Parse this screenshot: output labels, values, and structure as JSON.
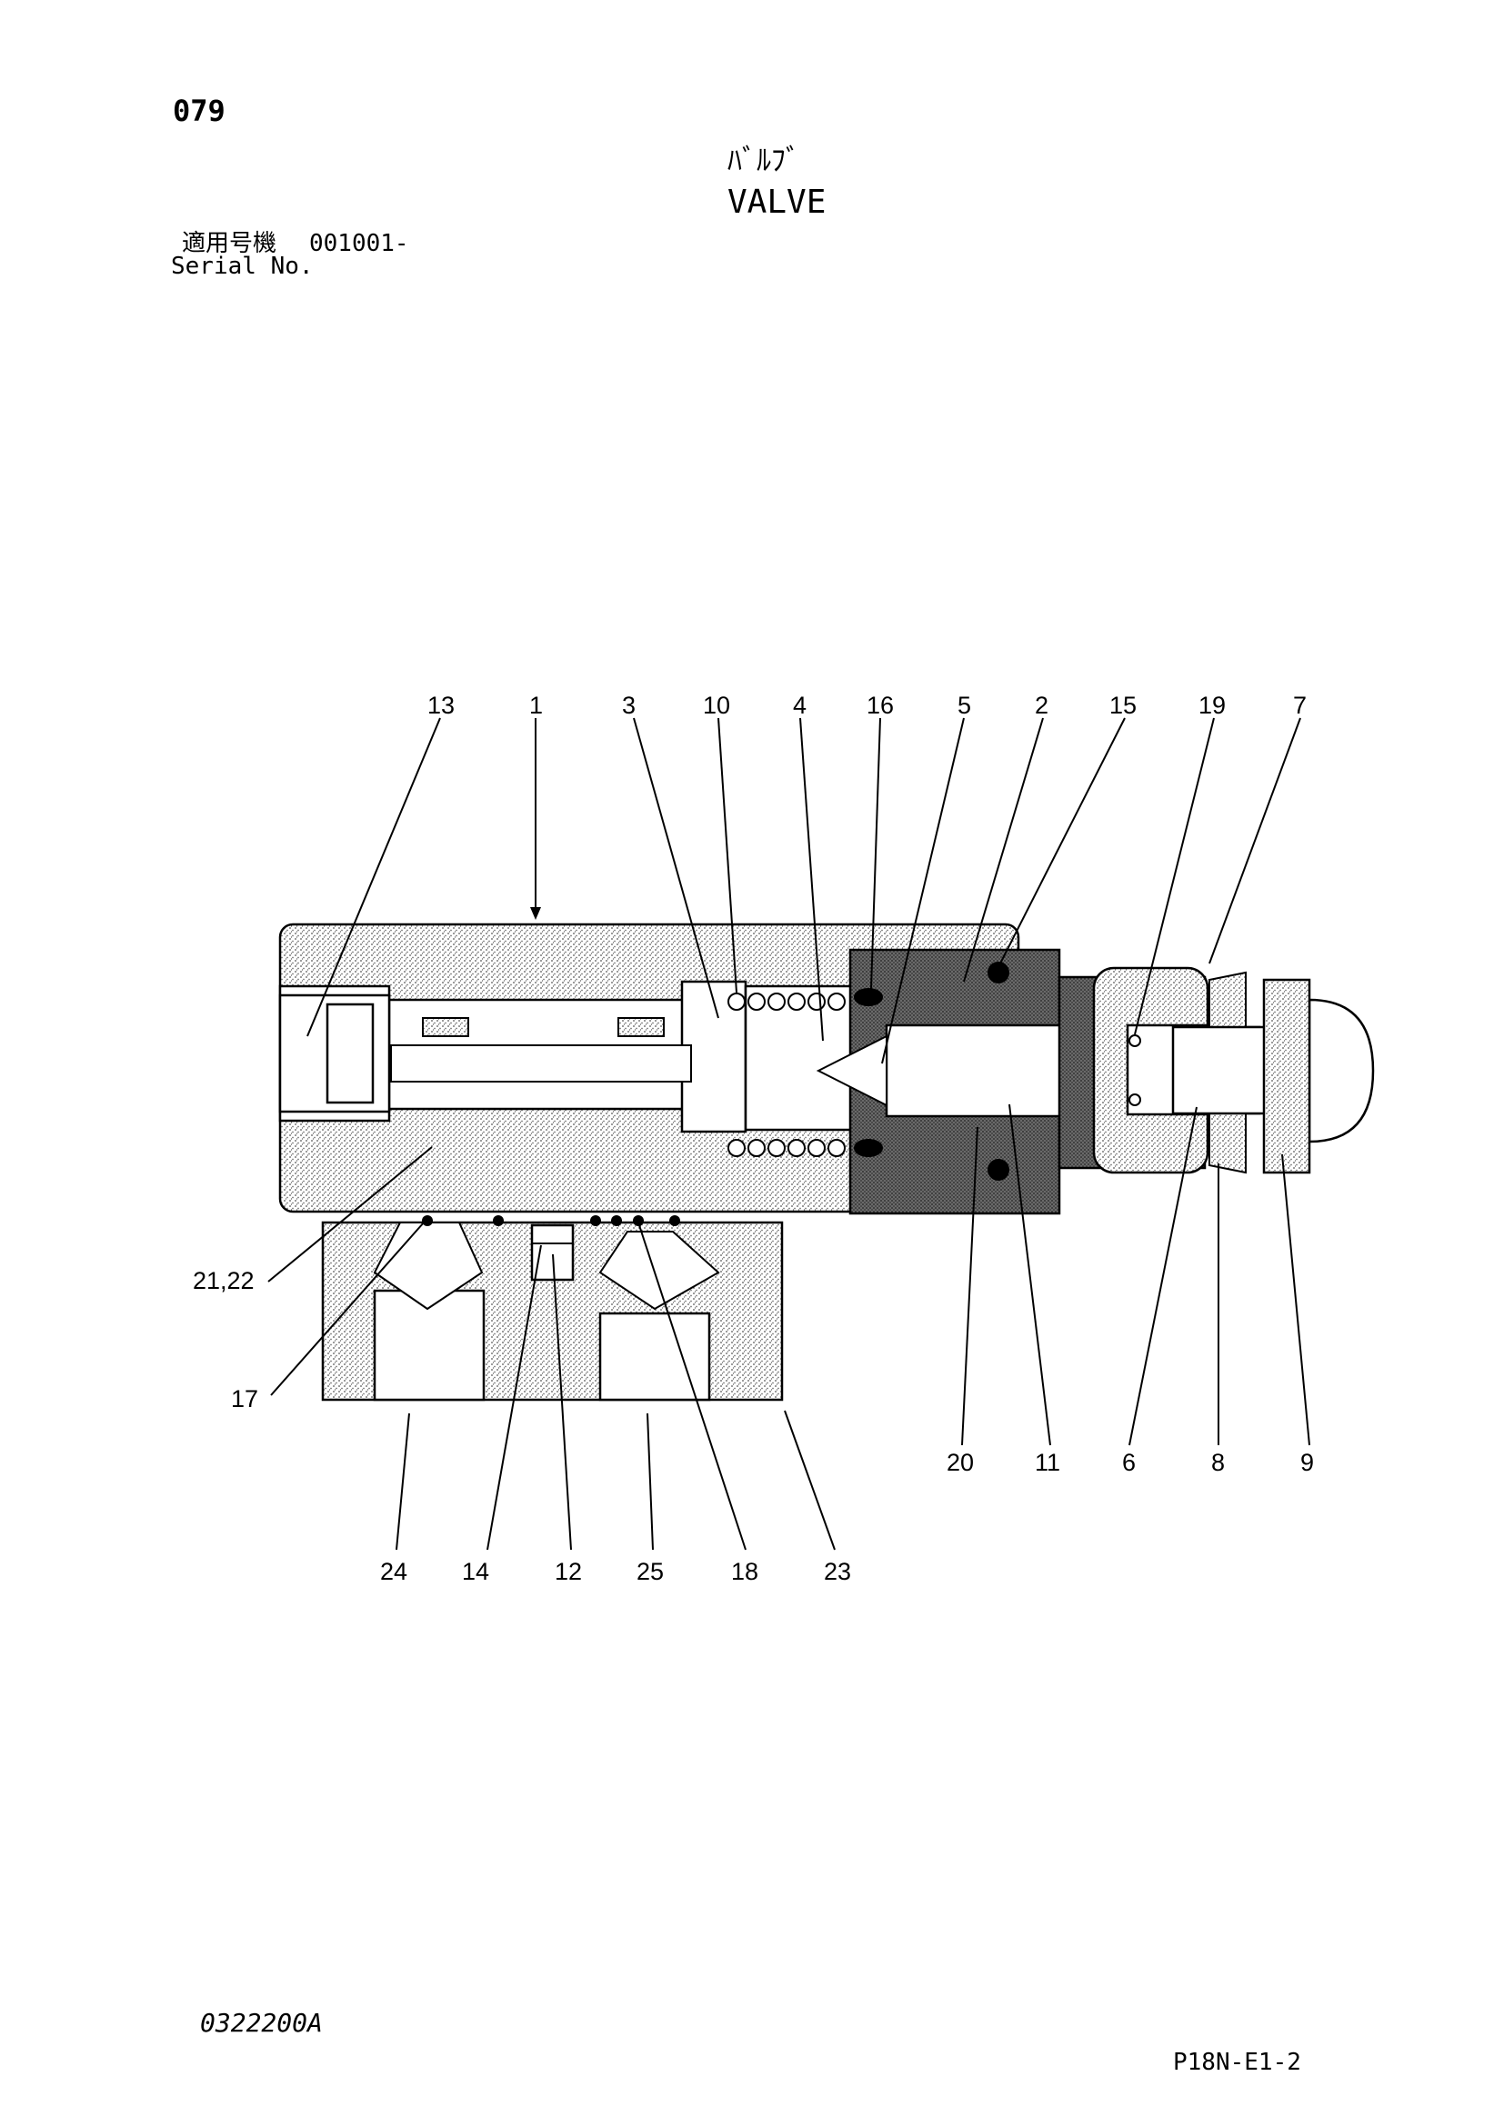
{
  "header": {
    "page_number": "079",
    "title_jp": "ﾊﾞﾙﾌﾞ",
    "title_en": "VALVE",
    "serial_label_jp": "適用号機",
    "serial_range": "001001-",
    "serial_label_en": "Serial No."
  },
  "footer": {
    "drawing_code": "0322200A",
    "page_ref": "P18N-E1-2"
  },
  "diagram": {
    "callouts": {
      "c13": "13",
      "c1": "1",
      "c3": "3",
      "c10": "10",
      "c4": "4",
      "c16": "16",
      "c5": "5",
      "c2": "2",
      "c15": "15",
      "c19": "19",
      "c7": "7",
      "c21_22": "21,22",
      "c17": "17",
      "c24": "24",
      "c14": "14",
      "c12": "12",
      "c25": "25",
      "c18": "18",
      "c23": "23",
      "c20": "20",
      "c11": "11",
      "c6": "6",
      "c8": "8",
      "c9": "9"
    }
  },
  "colors": {
    "ink": "#000000",
    "stipple": "#9a9a9a",
    "paper": "#ffffff"
  }
}
